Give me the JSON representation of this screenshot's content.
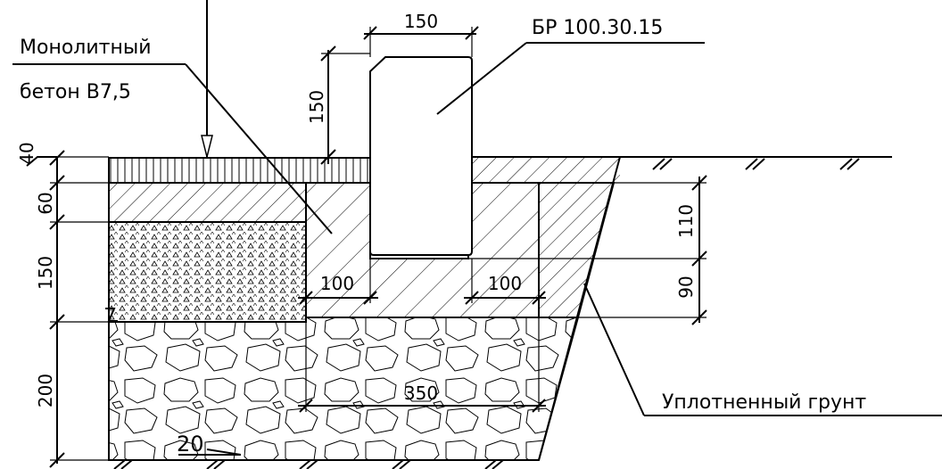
{
  "labels": {
    "concrete_line1": "Монолитный",
    "concrete_line2": "бетон В7,5",
    "curb": "БР 100.30.15",
    "soil": "Уплотненный грунт"
  },
  "dimensions": {
    "curb_width": "150",
    "curb_height": "150",
    "layer_top": "40",
    "layer_2": "60",
    "layer_3": "150",
    "layer_4": "200",
    "right_upper": "110",
    "right_lower": "90",
    "ledge_left": "100",
    "ledge_right": "100",
    "base_width": "350",
    "slope": "20"
  }
}
